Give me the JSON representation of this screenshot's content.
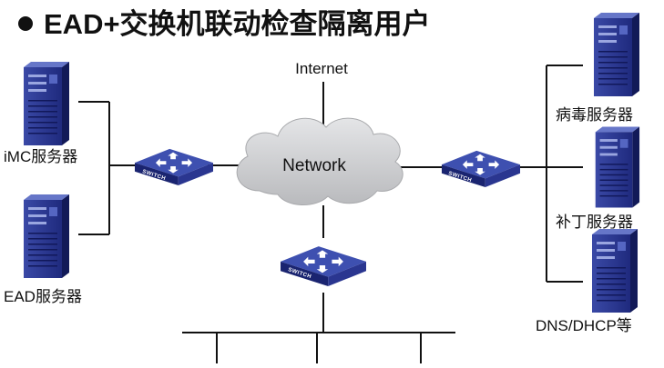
{
  "title": "EAD+交换机联动检查隔离用户",
  "nodes": {
    "internet": "Internet",
    "network": "Network",
    "imc_server": "iMC服务器",
    "ead_server": "EAD服务器",
    "virus_server": "病毒服务器",
    "patch_server": "补丁服务器",
    "dns_dhcp": "DNS/DHCP等"
  },
  "switch_label": "SWITCH",
  "colors": {
    "server_front": "#26338e",
    "server_side": "#141b5c",
    "server_top": "#5e6fc4",
    "switch_top": "#3647a8",
    "switch_front": "#1b2570",
    "cloud": "#c9cacc",
    "line": "#111111"
  }
}
